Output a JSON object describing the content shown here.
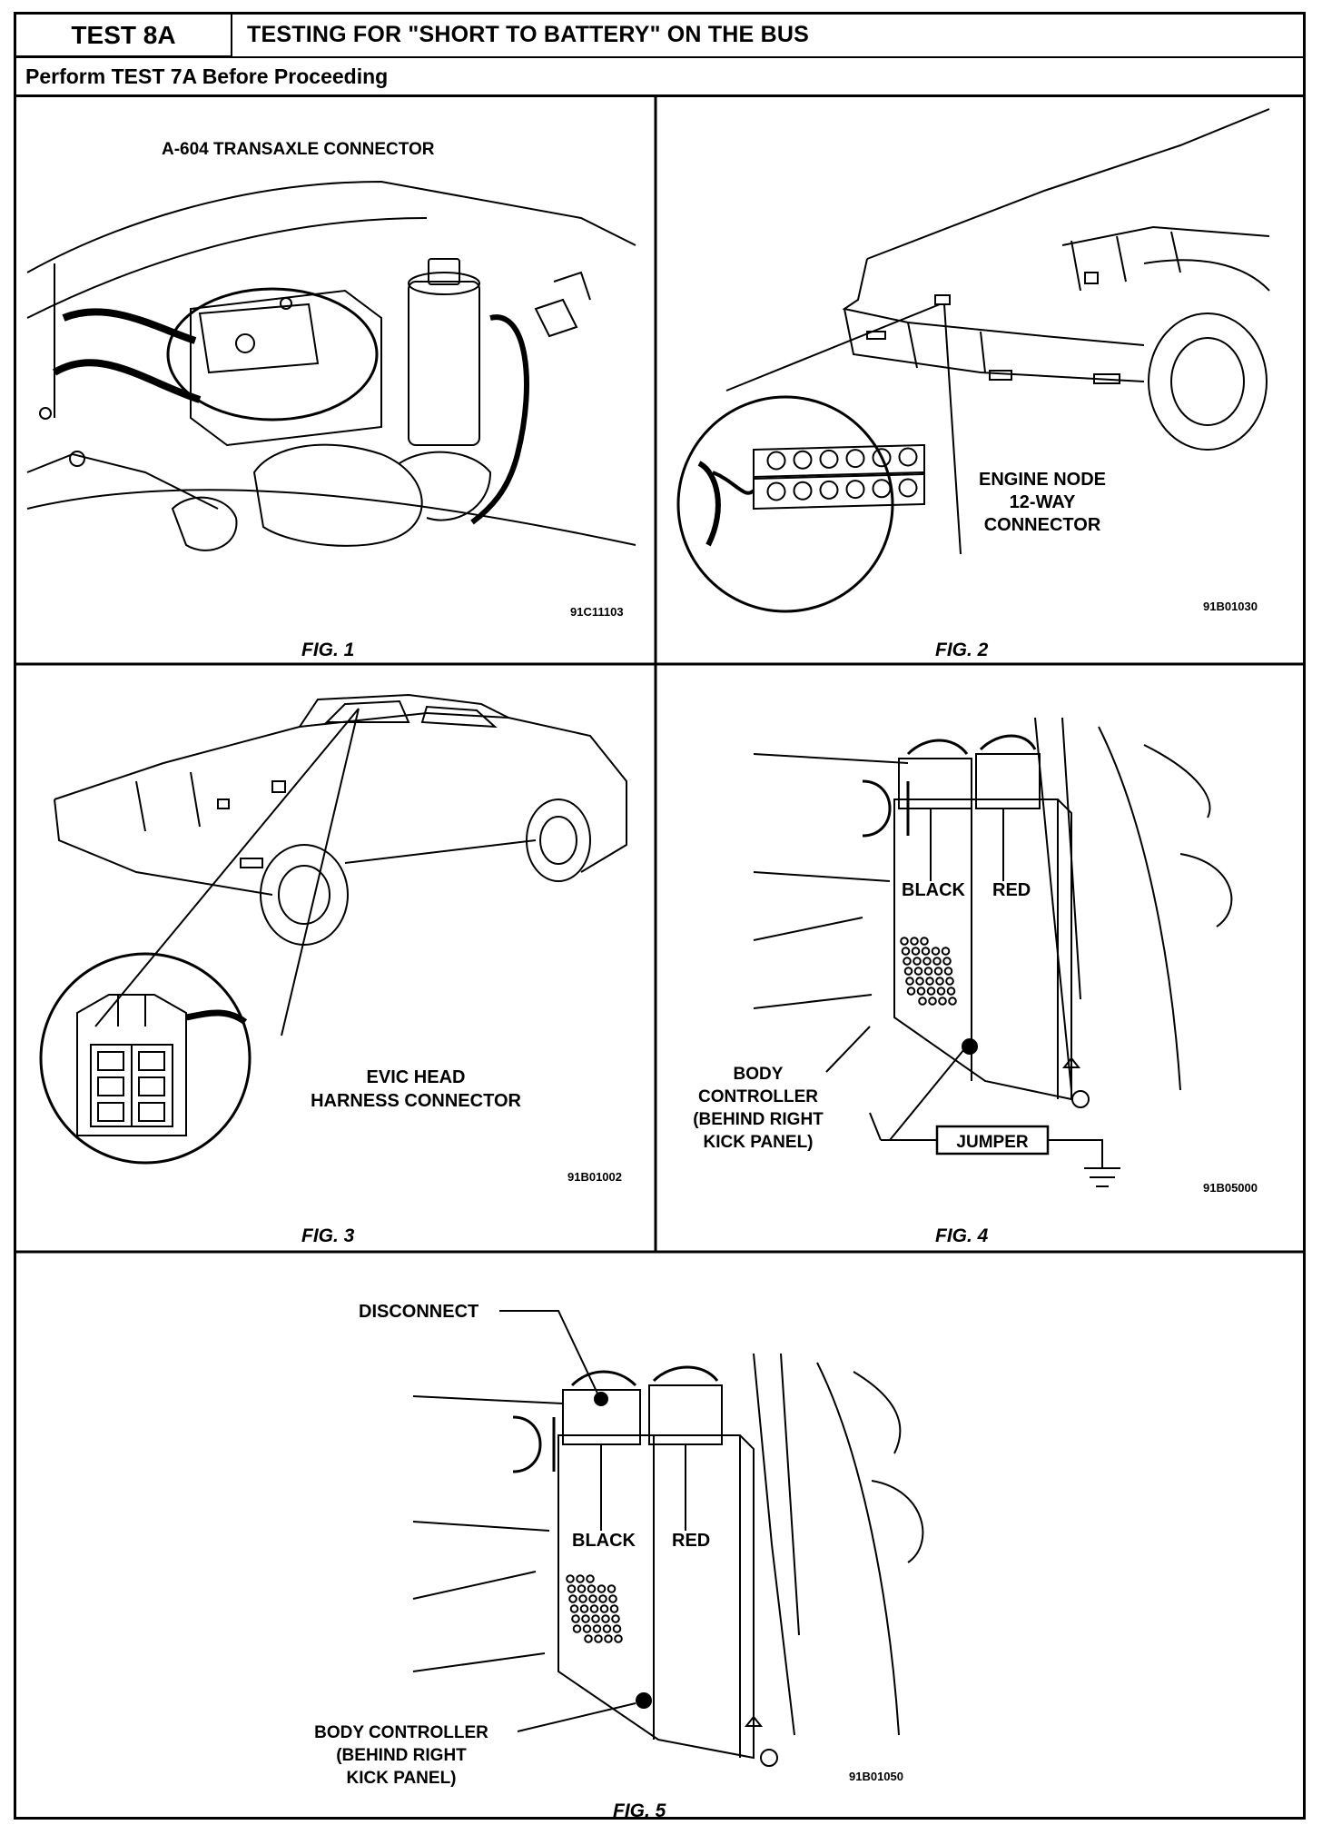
{
  "header": {
    "test_id": "TEST 8A",
    "title": "TESTING FOR \"SHORT TO BATTERY\" ON THE BUS",
    "prerequisite": "Perform TEST 7A Before Proceeding"
  },
  "figures": [
    {
      "caption": "FIG. 1",
      "code": "91C11103",
      "labels": [
        "A-604 TRANSAXLE CONNECTOR"
      ]
    },
    {
      "caption": "FIG. 2",
      "code": "91B01030",
      "labels": [
        "ENGINE NODE",
        "12-WAY",
        "CONNECTOR"
      ]
    },
    {
      "caption": "FIG. 3",
      "code": "91B01002",
      "labels": [
        "EVIC HEAD",
        "HARNESS CONNECTOR"
      ]
    },
    {
      "caption": "FIG. 4",
      "code": "91B05000",
      "labels": [
        "BLACK",
        "RED",
        "BODY",
        "CONTROLLER",
        "(BEHIND RIGHT",
        "KICK PANEL)",
        "JUMPER"
      ]
    },
    {
      "caption": "FIG. 5",
      "code": "91B01050",
      "labels": [
        "DISCONNECT",
        "BLACK",
        "RED",
        "BODY CONTROLLER",
        "(BEHIND RIGHT",
        "KICK PANEL)"
      ]
    }
  ]
}
